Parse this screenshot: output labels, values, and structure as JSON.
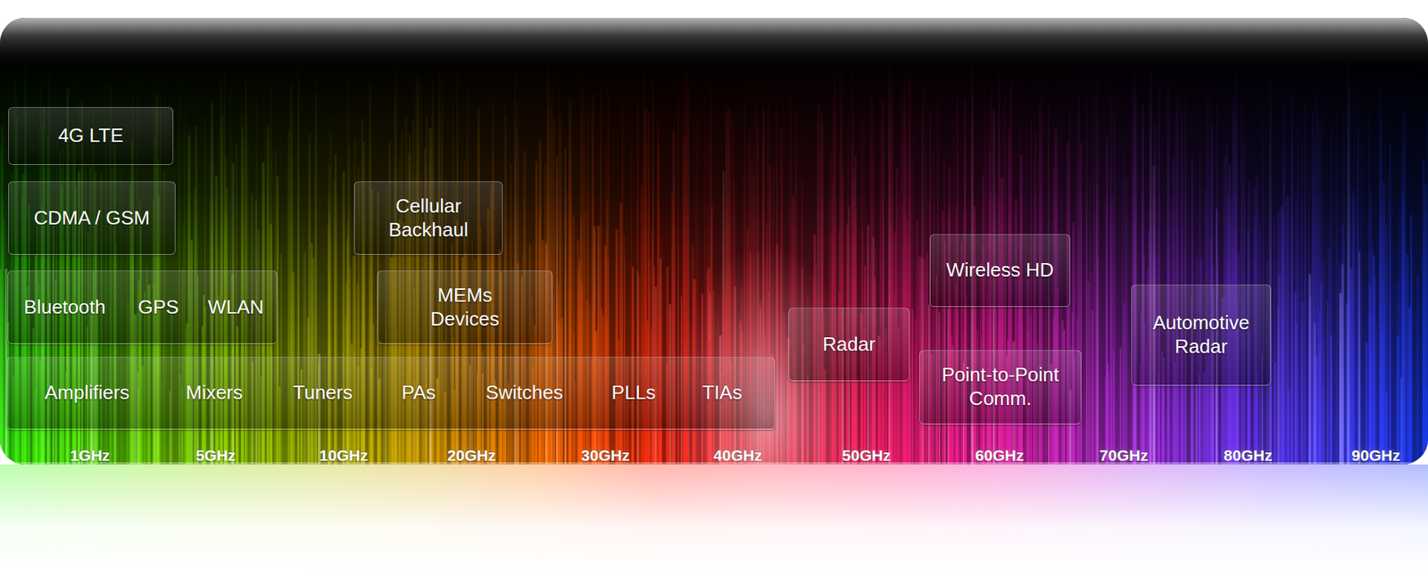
{
  "diagram": {
    "nodes": [
      {
        "text": [
          "4G LTE"
        ]
      },
      {
        "text": [
          "CDMA / GSM"
        ]
      },
      {
        "text": [
          "Bluetooth",
          "GPS",
          "WLAN"
        ]
      },
      {
        "text": [
          "Cellular Backhaul"
        ]
      },
      {
        "text": [
          "MEMs Devices"
        ]
      },
      {
        "text": [
          "Amplifiers",
          "Mixers",
          "Tuners",
          "PAs",
          "Switches",
          "PLLs",
          "TIAs"
        ]
      },
      {
        "text": [
          "Radar"
        ]
      },
      {
        "text": [
          "Wireless HD"
        ]
      },
      {
        "text": [
          "Point-to-Point Comm."
        ]
      },
      {
        "text": [
          "Automotive Radar"
        ]
      }
    ],
    "labels": [
      "1GHz",
      "5GHz",
      "10GHz",
      "20GHz",
      "30GHz",
      "40GHz",
      "50GHz",
      "60GHz",
      "70GHz",
      "80GHz",
      "90GHz"
    ]
  }
}
